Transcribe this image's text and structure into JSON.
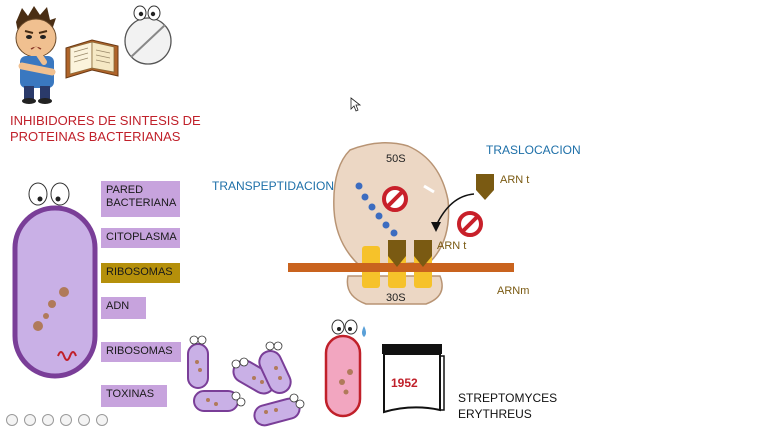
{
  "title": {
    "line1": "INHIBIDORES DE SINTESIS DE",
    "line2": "PROTEINAS BACTERIANAS"
  },
  "legend": [
    {
      "line1": "PARED",
      "line2": "BACTERIANA"
    },
    {
      "line1": "CITOPLASMA"
    },
    {
      "line1": "RIBOSOMAS"
    },
    {
      "line1": "ADN"
    },
    {
      "line1": "RIBOSOMAS"
    },
    {
      "line1": "TOXINAS"
    }
  ],
  "ribosome": {
    "large_subunit": "50S",
    "small_subunit": "30S",
    "mrna": "ARNm",
    "trna_top": "ARN t",
    "trna_mid": "ARN t",
    "transpeptidation": "TRANSPEPTIDACION",
    "translocation": "TRASLOCACION"
  },
  "calendar_year": "1952",
  "organism": {
    "line1": "STREPTOMYCES",
    "line2": "ERYTHREUS"
  },
  "colors": {
    "title_red": "#c0202a",
    "label_purple": "#c7a3dd",
    "label_gold": "#b5900b",
    "process_blue": "#1d6fa8",
    "trna_brown": "#7a5a12",
    "prohibited_red": "#c8202a"
  },
  "controls": [
    "back-icon",
    "forward-icon",
    "edit-icon",
    "copy-icon",
    "zoom-icon",
    "more-icon"
  ]
}
